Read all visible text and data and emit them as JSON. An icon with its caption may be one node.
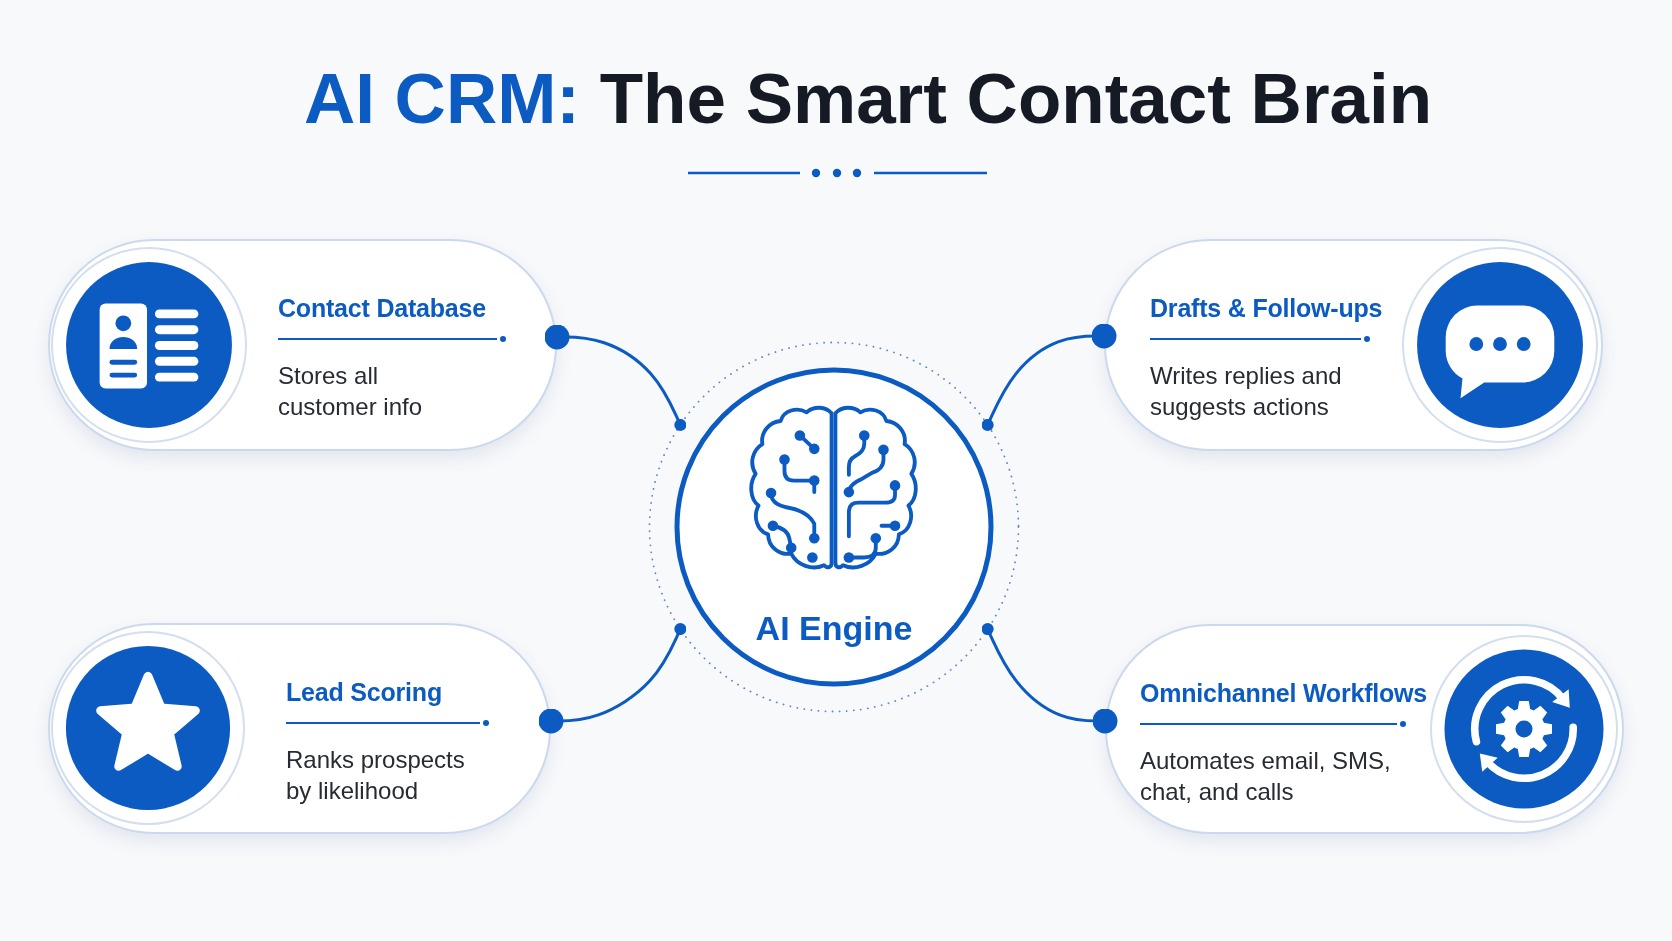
{
  "diagram": {
    "title": "**AI CRM:** The Smart Contact Brain",
    "nodes": [
      {
        "text": [
          "Contact Database",
          "Stores all customer info"
        ]
      },
      {
        "text": [
          "Drafts & Follow-ups",
          "Writes replies and suggests actions"
        ]
      },
      {
        "text": [
          "AI Engine"
        ]
      },
      {
        "text": [
          "Lead Scoring",
          "Ranks prospects by likelihood"
        ]
      },
      {
        "text": [
          "Omnichannel Workflows",
          "Automates email, SMS, chat, and calls"
        ]
      }
    ],
    "edges": [
      {
        "from": 2,
        "to": 0,
        "arrow": "other"
      },
      {
        "from": 2,
        "to": 1,
        "arrow": "other"
      },
      {
        "from": 2,
        "to": 3,
        "arrow": "other"
      },
      {
        "from": 2,
        "to": 4,
        "arrow": "other"
      }
    ]
  }
}
